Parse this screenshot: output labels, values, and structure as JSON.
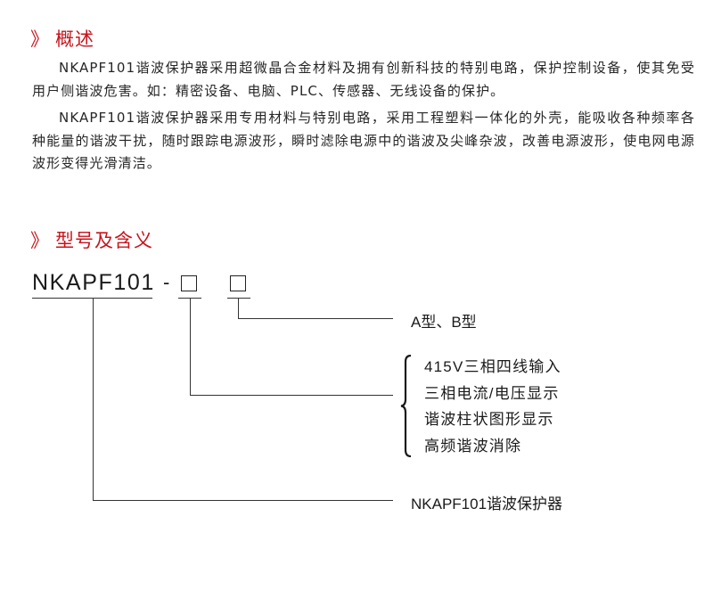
{
  "overview": {
    "marker": "》",
    "title": "概述",
    "paragraphs": [
      "NKAPF101谐波保护器采用超微晶合金材料及拥有创新科技的特别电路，保护控制设备，使其免受用户侧谐波危害。如：精密设备、电脑、PLC、传感器、无线设备的保护。",
      "NKAPF101谐波保护器采用专用材料与特别电路，采用工程塑料一体化的外壳，能吸收各种频率各种能量的谐波干扰，随时跟踪电源波形，瞬时滤除电源中的谐波及尖峰杂波，改善电源波形，使电网电源波形变得光滑清洁。"
    ]
  },
  "model": {
    "marker": "》",
    "title": "型号及含义",
    "code": "NKAPF101",
    "separator": "-",
    "label_type": "A型、B型",
    "options": [
      "415V三相四线输入",
      "三相电流/电压显示",
      "谐波柱状图形显示",
      "高频谐波消除"
    ],
    "label_product": "NKAPF101谐波保护器"
  },
  "colors": {
    "accent": "#c8141c",
    "text": "#262626",
    "line": "#333333"
  }
}
